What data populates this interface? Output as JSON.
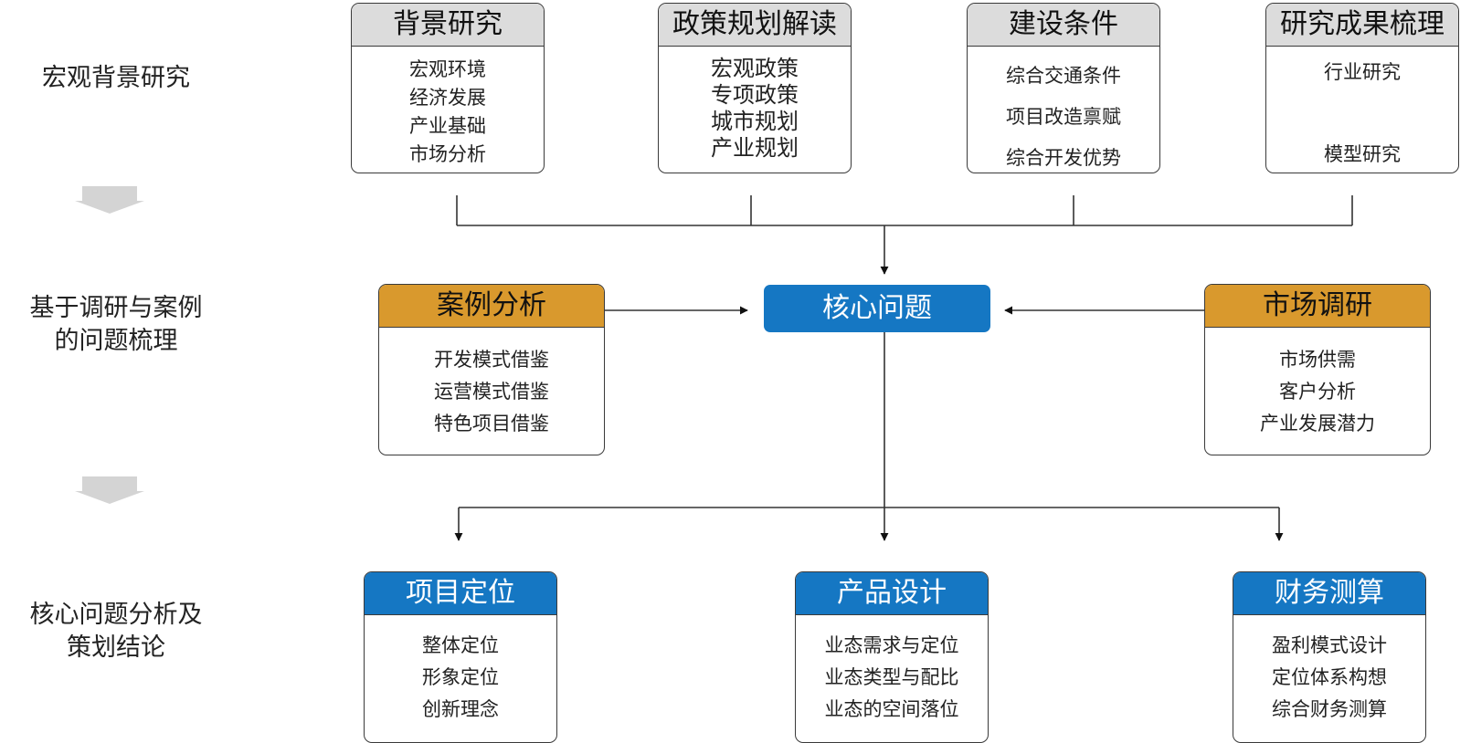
{
  "side_labels": {
    "row1": [
      "宏观背景研究"
    ],
    "row2": [
      "基于调研与案例",
      "的问题梳理"
    ],
    "row3": [
      "核心问题分析及",
      "策划结论"
    ]
  },
  "colors": {
    "gray_header": "#dcdcdc",
    "orange_header": "#d9992d",
    "blue_header": "#1577c3",
    "arrow_gray": "#d4d4d4"
  },
  "top_boxes": [
    {
      "title": "背景研究",
      "items": [
        "宏观环境",
        "经济发展",
        "产业基础",
        "市场分析"
      ]
    },
    {
      "title": "政策规划解读",
      "items": [
        "宏观政策",
        "专项政策",
        "城市规划",
        "产业规划"
      ]
    },
    {
      "title": "建设条件",
      "items": [
        "综合交通条件",
        "项目改造禀赋",
        "综合开发优势"
      ]
    },
    {
      "title": "研究成果梳理",
      "items": [
        "行业研究",
        "模型研究"
      ]
    }
  ],
  "middle": {
    "left": {
      "title": "案例分析",
      "items": [
        "开发模式借鉴",
        "运营模式借鉴",
        "特色项目借鉴"
      ]
    },
    "core": "核心问题",
    "right": {
      "title": "市场调研",
      "items": [
        "市场供需",
        "客户分析",
        "产业发展潜力"
      ]
    }
  },
  "bottom_boxes": [
    {
      "title": "项目定位",
      "items": [
        "整体定位",
        "形象定位",
        "创新理念"
      ]
    },
    {
      "title": "产品设计",
      "items": [
        "业态需求与定位",
        "业态类型与配比",
        "业态的空间落位"
      ]
    },
    {
      "title": "财务测算",
      "items": [
        "盈利模式设计",
        "定位体系构想",
        "综合财务测算"
      ]
    }
  ]
}
